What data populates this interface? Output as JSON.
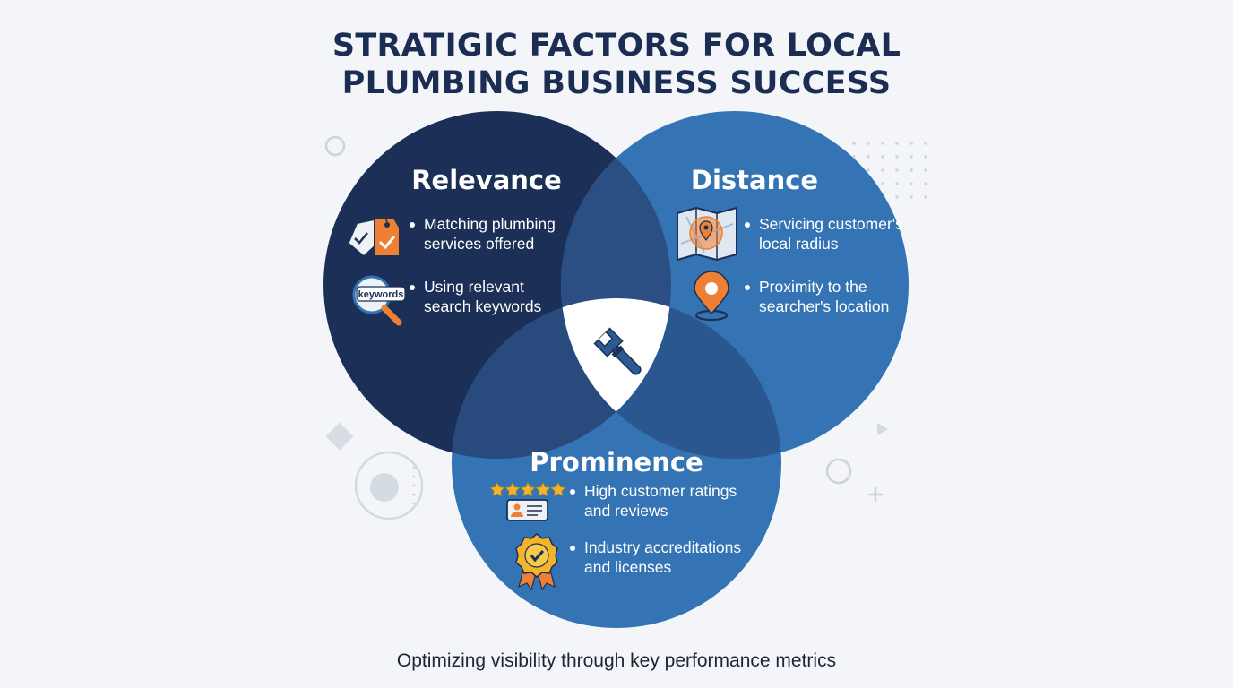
{
  "title": {
    "line1": "STRATIGIC FACTORS FOR LOCAL",
    "line2": "PLUMBING BUSINESS SUCCESS"
  },
  "caption": "Optimizing visibility through key performance metrics",
  "colors": {
    "background": "#f3f5f9",
    "relevance_circle": "#1b2f57",
    "distance_circle": "#3474b4",
    "prominence_circle": "#3474b4",
    "overlap": "#2a4f82",
    "accent_orange": "#ee7f33",
    "accent_gold": "#f2b42c",
    "text_dark": "#1b2d52"
  },
  "circles": {
    "relevance": {
      "heading": "Relevance",
      "items": [
        {
          "line1": "Matching plumbing",
          "line2": "services offered",
          "icon": "price-tag-icon"
        },
        {
          "line1": "Using relevant",
          "line2": "search keywords",
          "icon": "keyword-search-icon",
          "icon_text": "keywords"
        }
      ]
    },
    "distance": {
      "heading": "Distance",
      "items": [
        {
          "line1": "Servicing customer's",
          "line2": "local radius",
          "icon": "folded-map-icon"
        },
        {
          "line1": "Proximity to the",
          "line2": "searcher's location",
          "icon": "location-pin-icon"
        }
      ]
    },
    "prominence": {
      "heading": "Prominence",
      "items": [
        {
          "line1": "High customer ratings",
          "line2": "and reviews",
          "icon": "star-rating-review-icon"
        },
        {
          "line1": "Industry accreditations",
          "line2": "and licenses",
          "icon": "award-badge-icon"
        }
      ]
    }
  },
  "center_icon": "wrench-icon"
}
